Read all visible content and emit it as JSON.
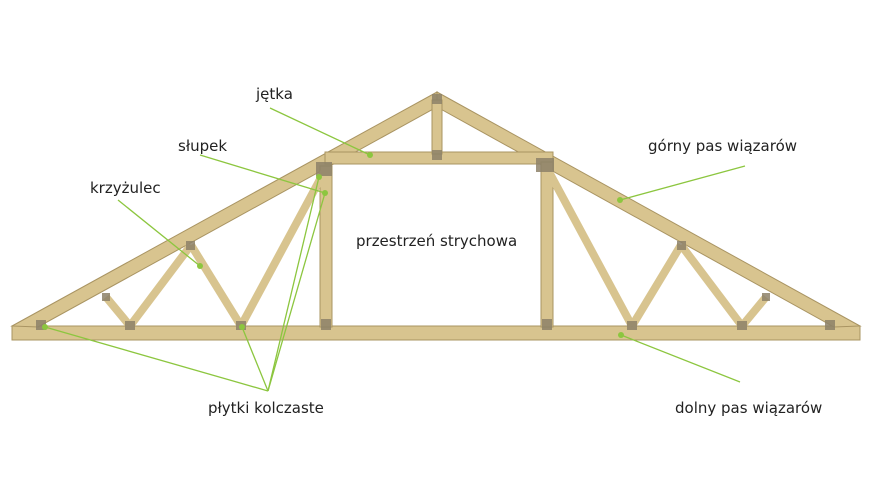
{
  "labels": {
    "jetka": "jętka",
    "slupek": "słupek",
    "krzyzulec": "krzyżulec",
    "gorny_pas": "górny pas wiązarów",
    "przestrzen": "przestrzeń strychowa",
    "plytki": "płytki kolczaste",
    "dolny_pas": "dolny pas wiązarów"
  },
  "colors": {
    "timber_fill": "#d8c48f",
    "timber_edge": "#a99462",
    "plate": "#8d8168",
    "leader_line": "#8cc63f",
    "text": "#222222",
    "background": "#ffffff"
  }
}
